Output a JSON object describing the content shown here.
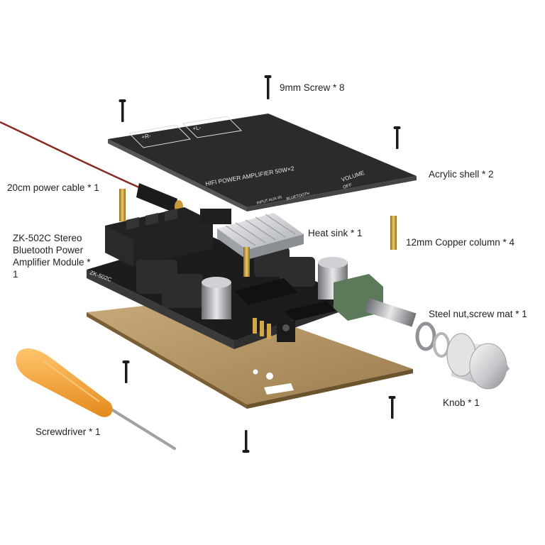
{
  "labels": {
    "screw": "9mm Screw * 8",
    "acrylic_shell": "Acrylic shell * 2",
    "power_cable": "20cm power cable * 1",
    "module": "ZK-502C Stereo Bluetooth Power Amplifier Module * 1",
    "heat_sink": "Heat sink * 1",
    "copper_column": "12mm Copper column * 4",
    "steel_nut": "Steel nut,screw mat * 1",
    "knob": "Knob * 1",
    "screwdriver": "Screwdriver * 1"
  },
  "panel_print": {
    "title": "HIFI POWER AMPLIFIER 50W×2",
    "volume": "VOLUME",
    "off": "OFF",
    "input": "INPUT AUX-IN",
    "bluetooth": "BLUETOOTH",
    "r_plus": "+R-",
    "l_plus": "+L-"
  },
  "board_print": {
    "model": "ZK-502C"
  },
  "colors": {
    "background": "#ffffff",
    "label_text": "#222222",
    "acrylic_top": "#2b2b2b",
    "acrylic_bottom": "#b89a6a",
    "pcb": "#1c1c1c",
    "heat_sink": "#d0d2d5",
    "copper": "#c9a24a",
    "screwdriver_handle": "#f2a43a",
    "cable": "#8b2a22"
  }
}
